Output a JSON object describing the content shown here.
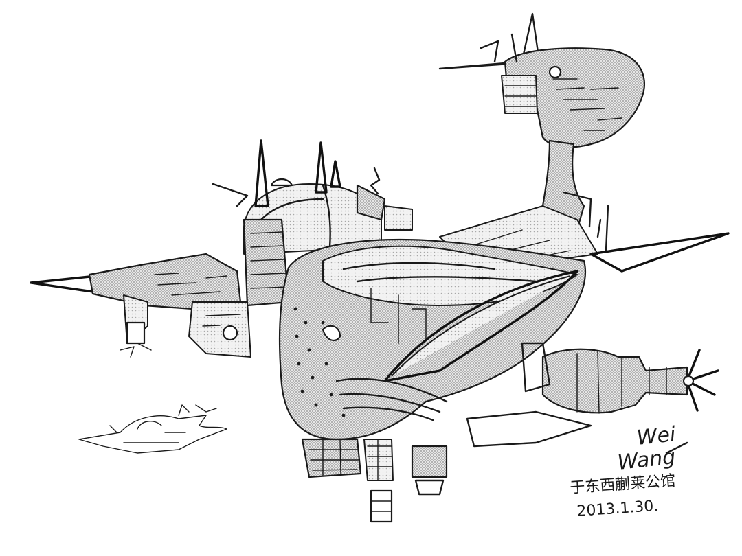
{
  "artwork": {
    "signature_line1": "Wei",
    "signature_line2": "Wang",
    "caption": "于东西蒯莱公馆",
    "date": "2013.1.30.",
    "colors": {
      "ink": "#1a1a1a",
      "tone": "#bdbdbd",
      "paper": "#ffffff"
    }
  }
}
